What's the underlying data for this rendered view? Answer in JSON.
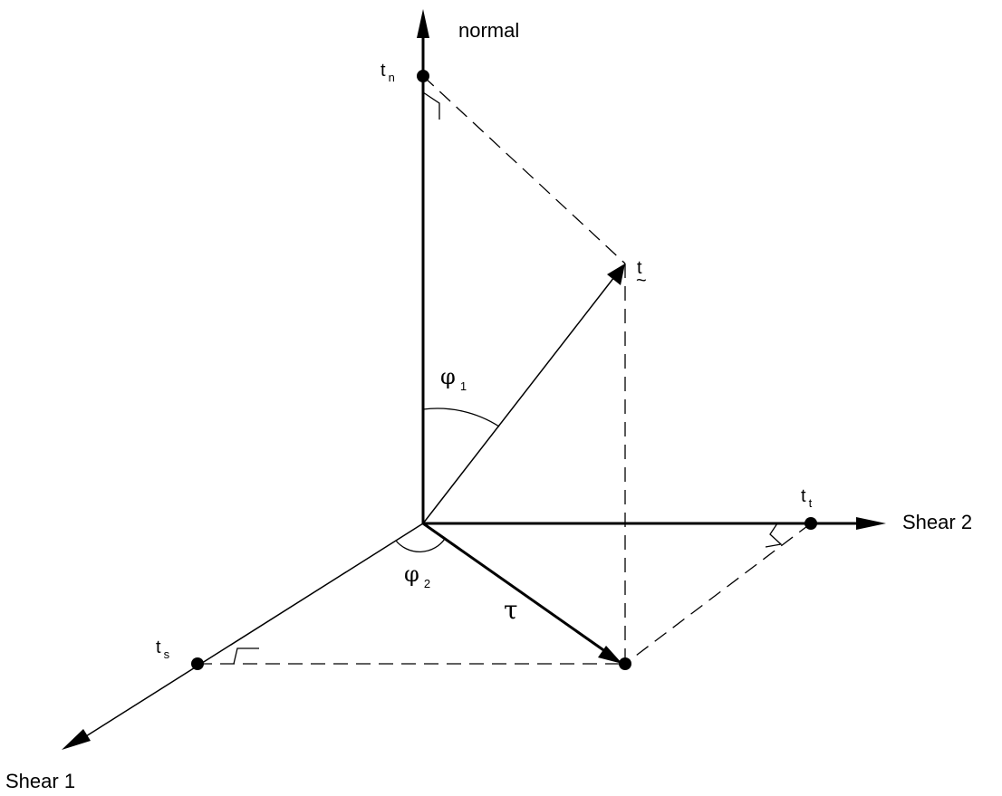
{
  "axes": {
    "normal": "normal",
    "shear1": "Shear 1",
    "shear2": "Shear 2"
  },
  "points": {
    "tn": {
      "base": "t",
      "sub": "n"
    },
    "ts": {
      "base": "t",
      "sub": "s"
    },
    "tt": {
      "base": "t",
      "sub": "t"
    }
  },
  "vector": {
    "name": "t",
    "tilde": "~"
  },
  "angles": {
    "phi1": {
      "base": "φ",
      "sub": "1"
    },
    "phi2": {
      "base": "φ",
      "sub": "2"
    }
  },
  "shear_vector": "τ",
  "colors": {
    "line": "#000000",
    "background": "#ffffff"
  }
}
